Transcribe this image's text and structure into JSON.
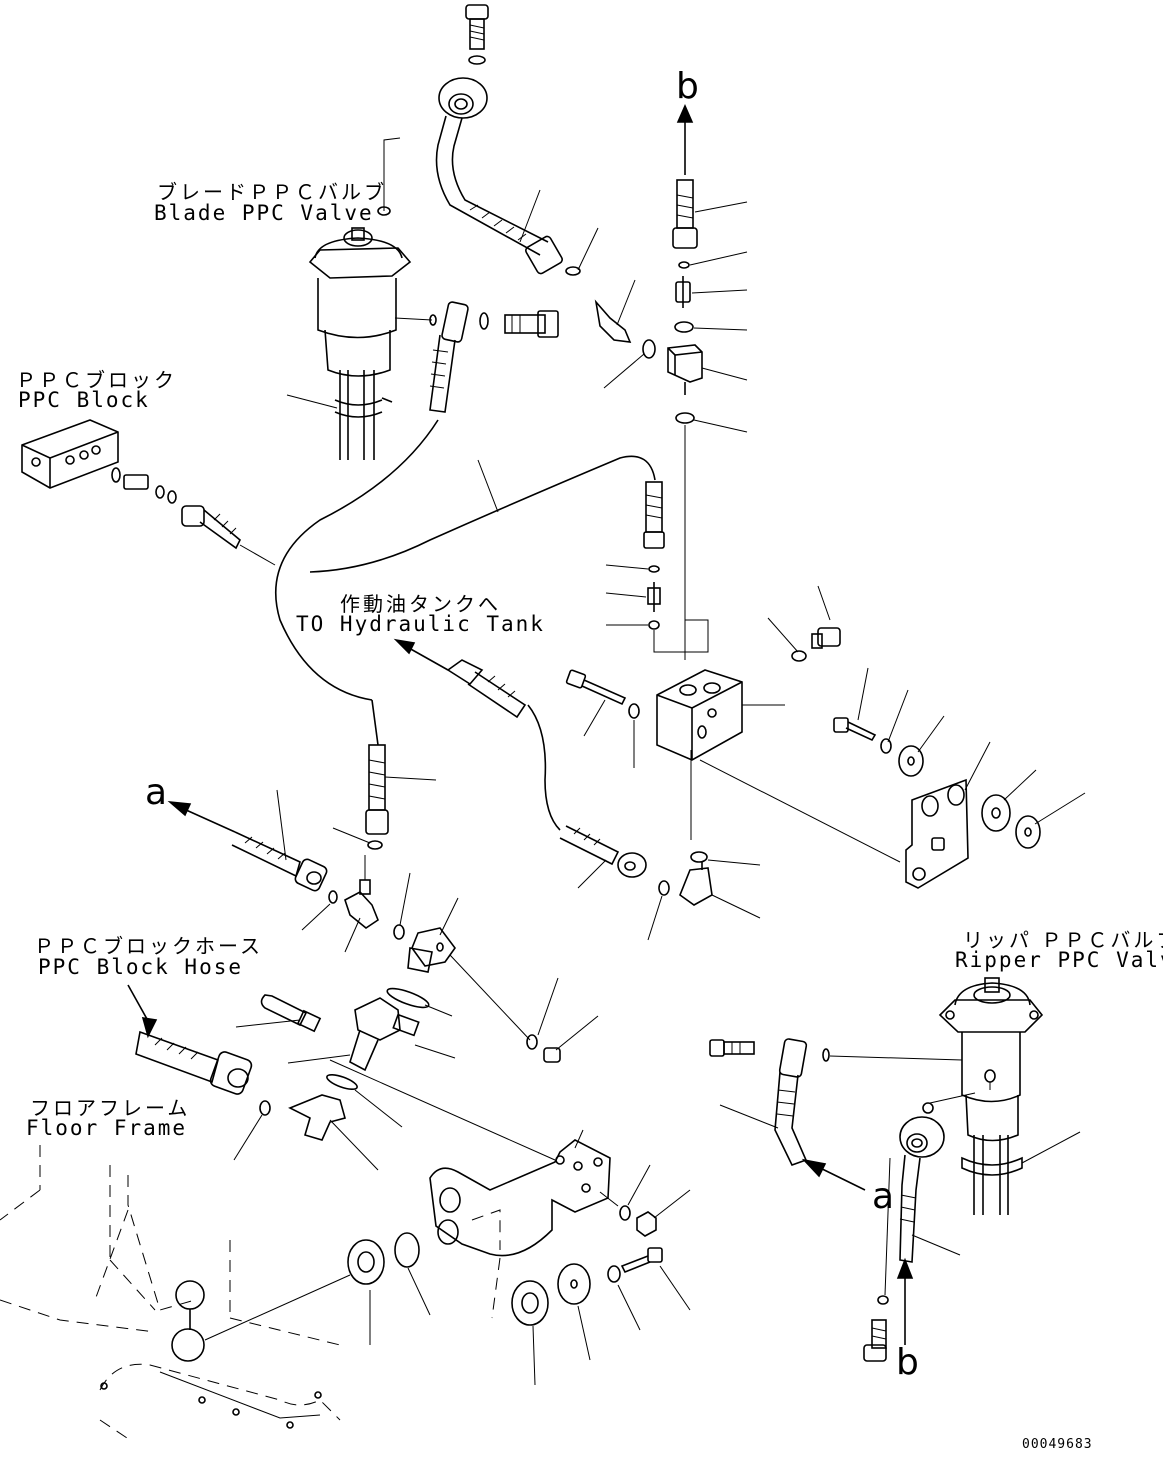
{
  "labels": {
    "blade_ppc_valve_jp": "ブレードＰＰＣバルブ",
    "blade_ppc_valve_en": "Blade PPC Valve",
    "ppc_block_jp": "ＰＰＣブロック",
    "ppc_block_en": "PPC Block",
    "hydraulic_tank_jp": "作動油タンクへ",
    "hydraulic_tank_en": "TO Hydraulic Tank",
    "ppc_block_hose_jp": "ＰＰＣブロックホース",
    "ppc_block_hose_en": "PPC Block Hose",
    "floor_frame_jp": "フロアフレーム",
    "floor_frame_en": "Floor Frame",
    "ripper_ppc_valve_jp": "リッパ ＰＰＣバルブ",
    "ripper_ppc_valve_en": "Ripper PPC Valve"
  },
  "connection_markers": {
    "b_top": "b",
    "a_left": "a",
    "a_right": "a",
    "b_bottom": "b"
  },
  "document_number": "00049683"
}
